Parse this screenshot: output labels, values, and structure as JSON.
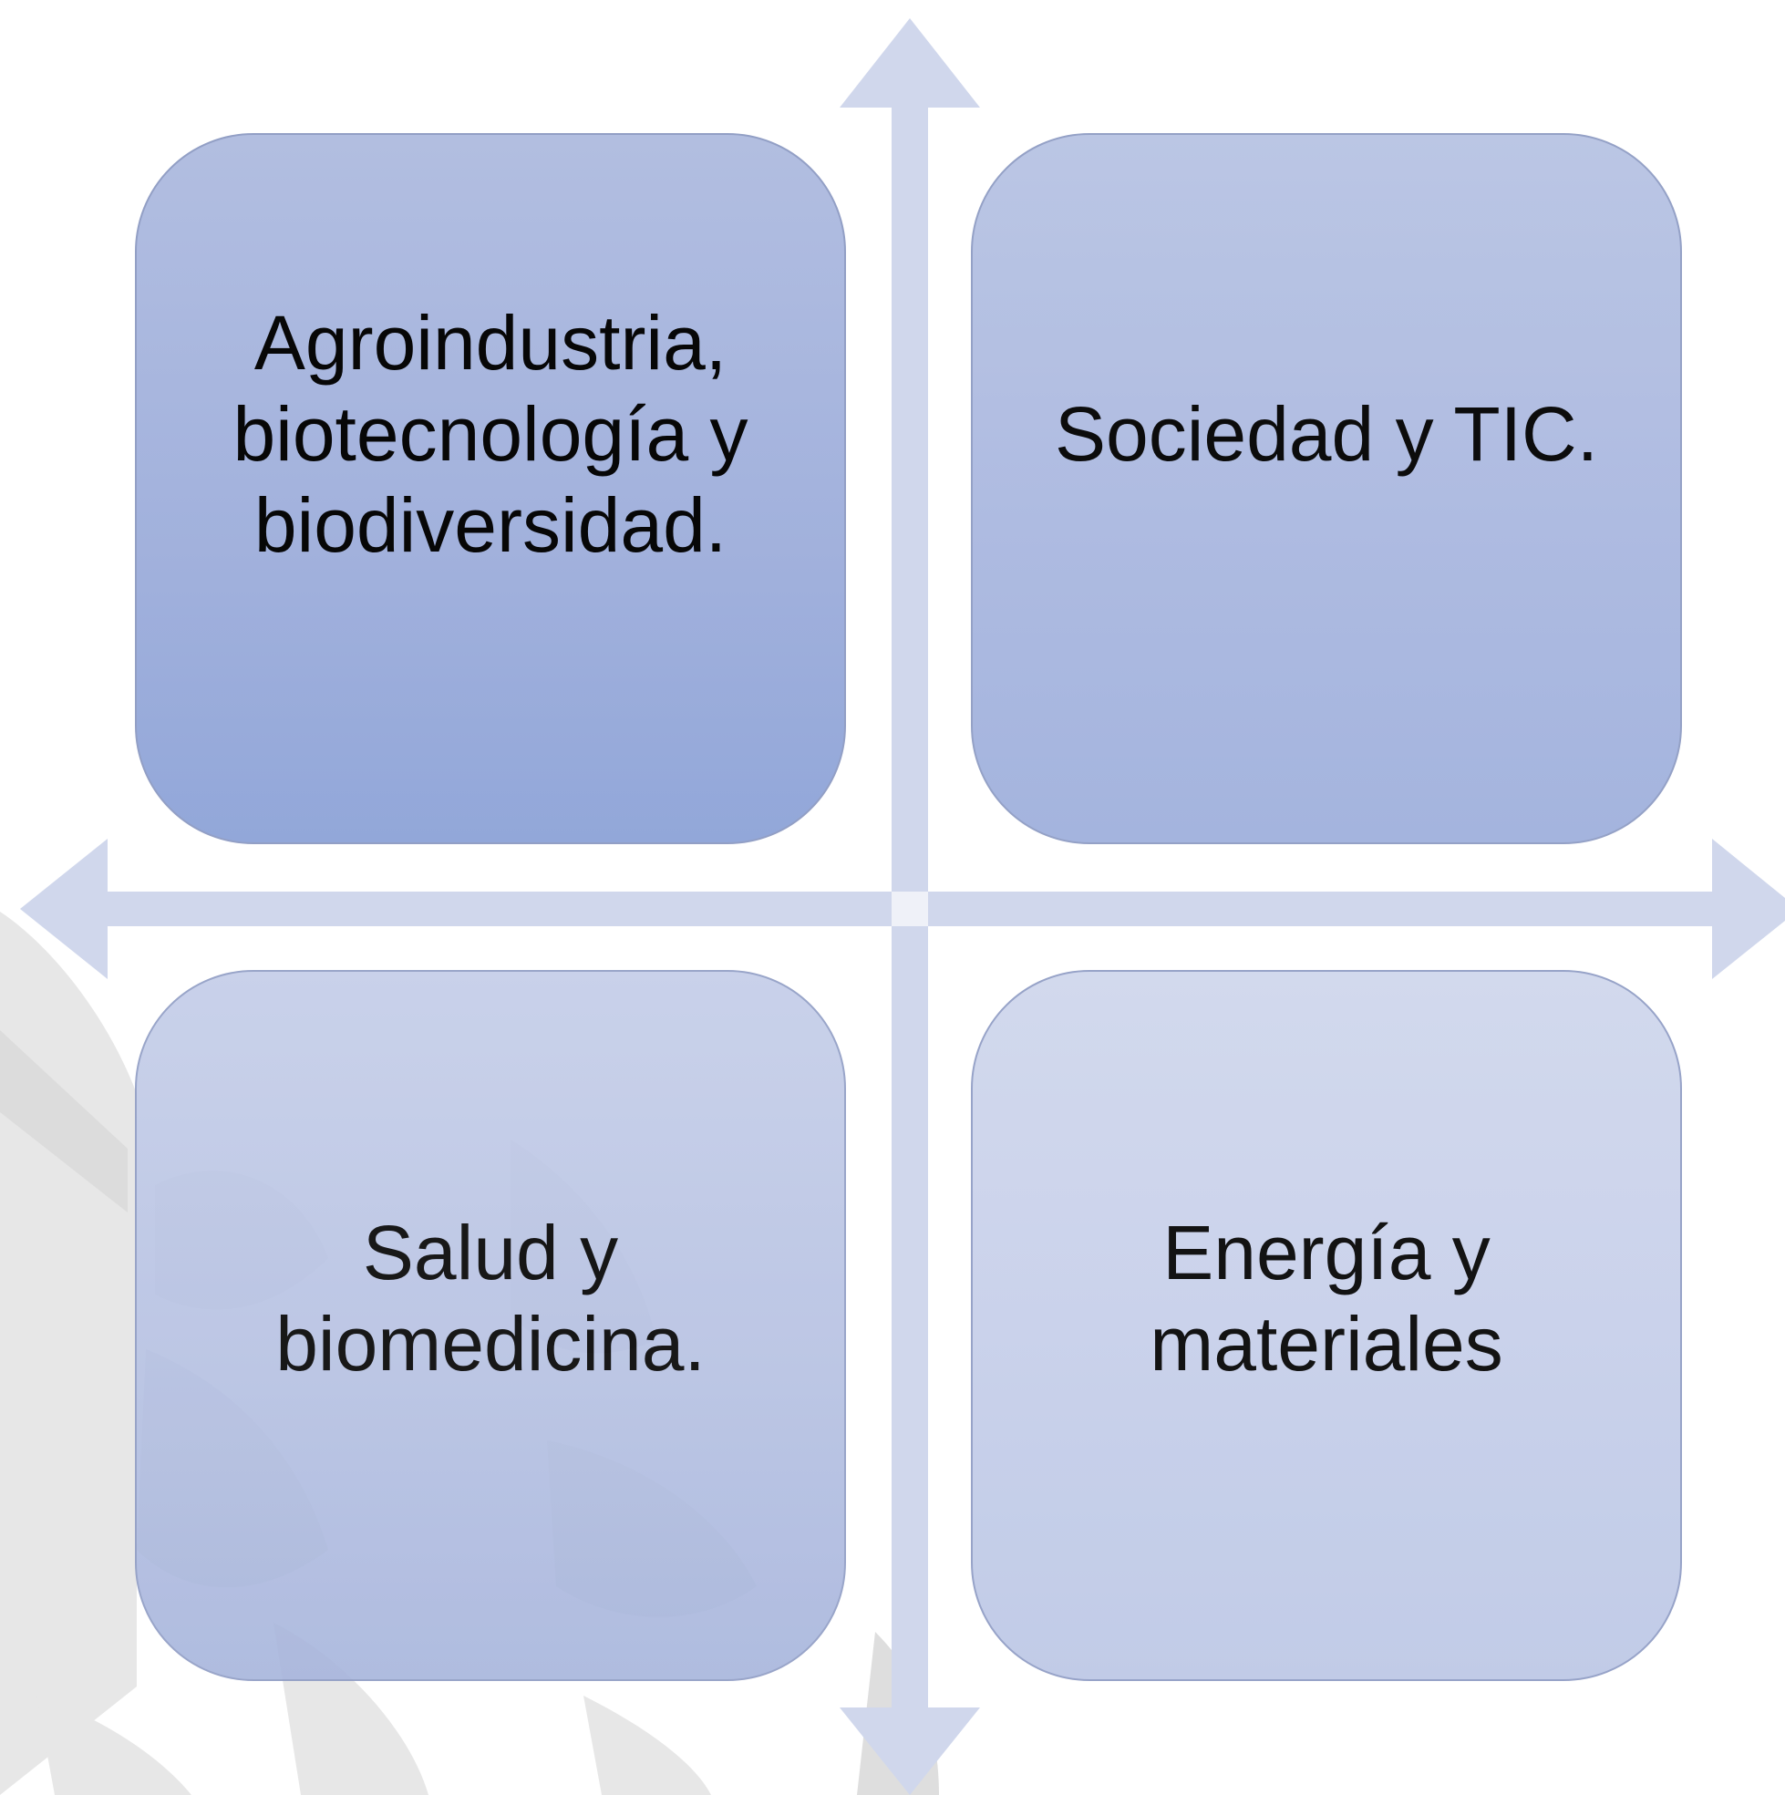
{
  "diagram": {
    "quadrants": [
      {
        "id": "top-left",
        "text": "Agroindustria, biotecnología y biodiversidad."
      },
      {
        "id": "top-right",
        "text": "Sociedad y TIC."
      },
      {
        "id": "bottom-left",
        "text": "Salud y biomedicina."
      },
      {
        "id": "bottom-right",
        "text": "Energía y materiales"
      }
    ],
    "colors": {
      "axis": "#d0d7ec",
      "box_top_left": "#9fb0dc",
      "box_top_right": "#aab8e0",
      "box_bottom_left": "#b7c2e3",
      "box_bottom_right": "#c6cfea",
      "watermark": "#e6e6e6"
    }
  }
}
